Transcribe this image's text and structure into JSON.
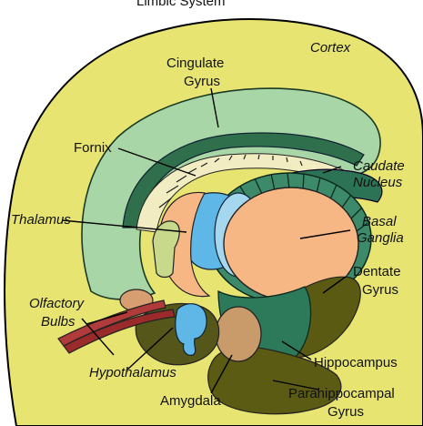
{
  "title": "Limbic System",
  "labels": {
    "cortex": "Cortex",
    "cingulate_1": "Cingulate",
    "cingulate_2": "Gyrus",
    "fornix": "Fornix",
    "caudate_1": "Caudate",
    "caudate_2": "Nucleus",
    "thalamus": "Thalamus",
    "basal_1": "Basal",
    "basal_2": "Ganglia",
    "dentate_1": "Dentate",
    "dentate_2": "Gyrus",
    "olfactory_1": "Olfactory",
    "olfactory_2": "Bulbs",
    "hypothalamus": "Hypothalamus",
    "hippocampus": "Hippocampus",
    "amygdala": "Amygdala",
    "parahippocampal_1": "Parahippocampal",
    "parahippocampal_2": "Gyrus"
  }
}
